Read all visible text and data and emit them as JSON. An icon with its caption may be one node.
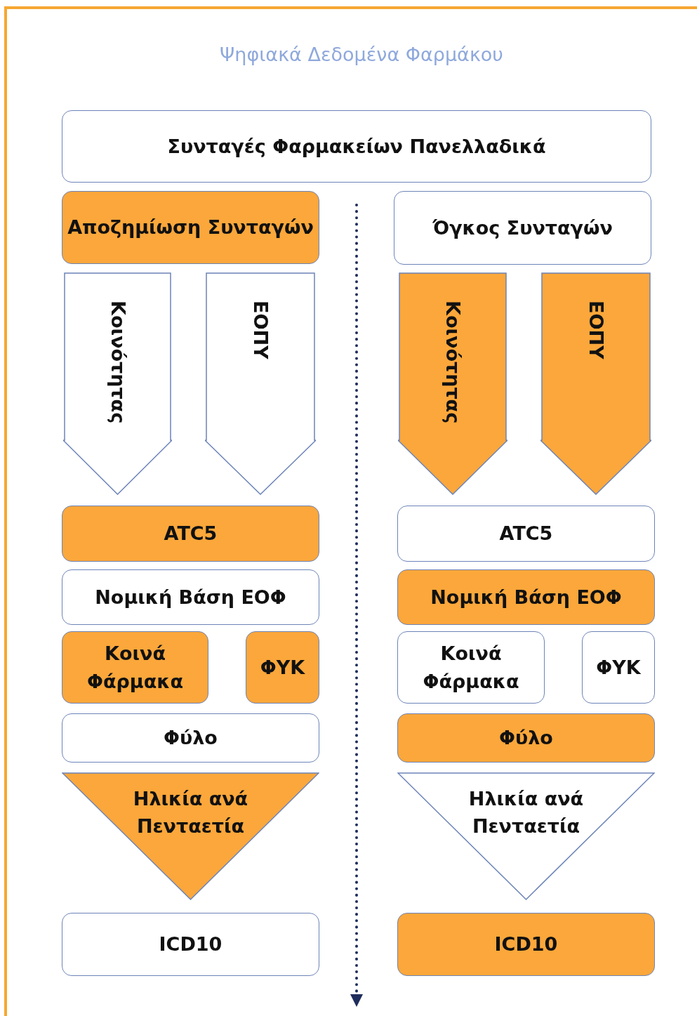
{
  "diagram": {
    "title": "Ψηφιακά Δεδομένα Φαρμάκου",
    "nodes": [
      {
        "text": [
          "Συνταγές Φαρμακείων Πανελλαδικά"
        ]
      },
      {
        "text": [
          "Αποζημίωση Συνταγών"
        ]
      },
      {
        "text": [
          "Όγκος Συνταγών"
        ]
      },
      {
        "text": [
          "Κοινότητας"
        ]
      },
      {
        "text": [
          "ΕΟΠΥ"
        ]
      },
      {
        "text": [
          "Κοινότητας"
        ]
      },
      {
        "text": [
          "ΕΟΠΥ"
        ]
      },
      {
        "text": [
          "ATC5"
        ]
      },
      {
        "text": [
          "ATC5"
        ]
      },
      {
        "text": [
          "Νομική Βάση ΕΟΦ"
        ]
      },
      {
        "text": [
          "Νομική Βάση ΕΟΦ"
        ]
      },
      {
        "text": [
          "Κοινά Φάρμακα"
        ]
      },
      {
        "text": [
          "ΦΥΚ"
        ]
      },
      {
        "text": [
          "Κοινά Φάρμακα"
        ]
      },
      {
        "text": [
          "ΦΥΚ"
        ]
      },
      {
        "text": [
          "Φύλο"
        ]
      },
      {
        "text": [
          "Φύλο"
        ]
      },
      {
        "text": [
          "Ηλικία ανά Πενταετία"
        ]
      },
      {
        "text": [
          "Ηλικία ανά Πενταετία"
        ]
      },
      {
        "text": [
          "ICD10"
        ]
      },
      {
        "text": [
          "ICD10"
        ]
      }
    ],
    "edges": []
  }
}
